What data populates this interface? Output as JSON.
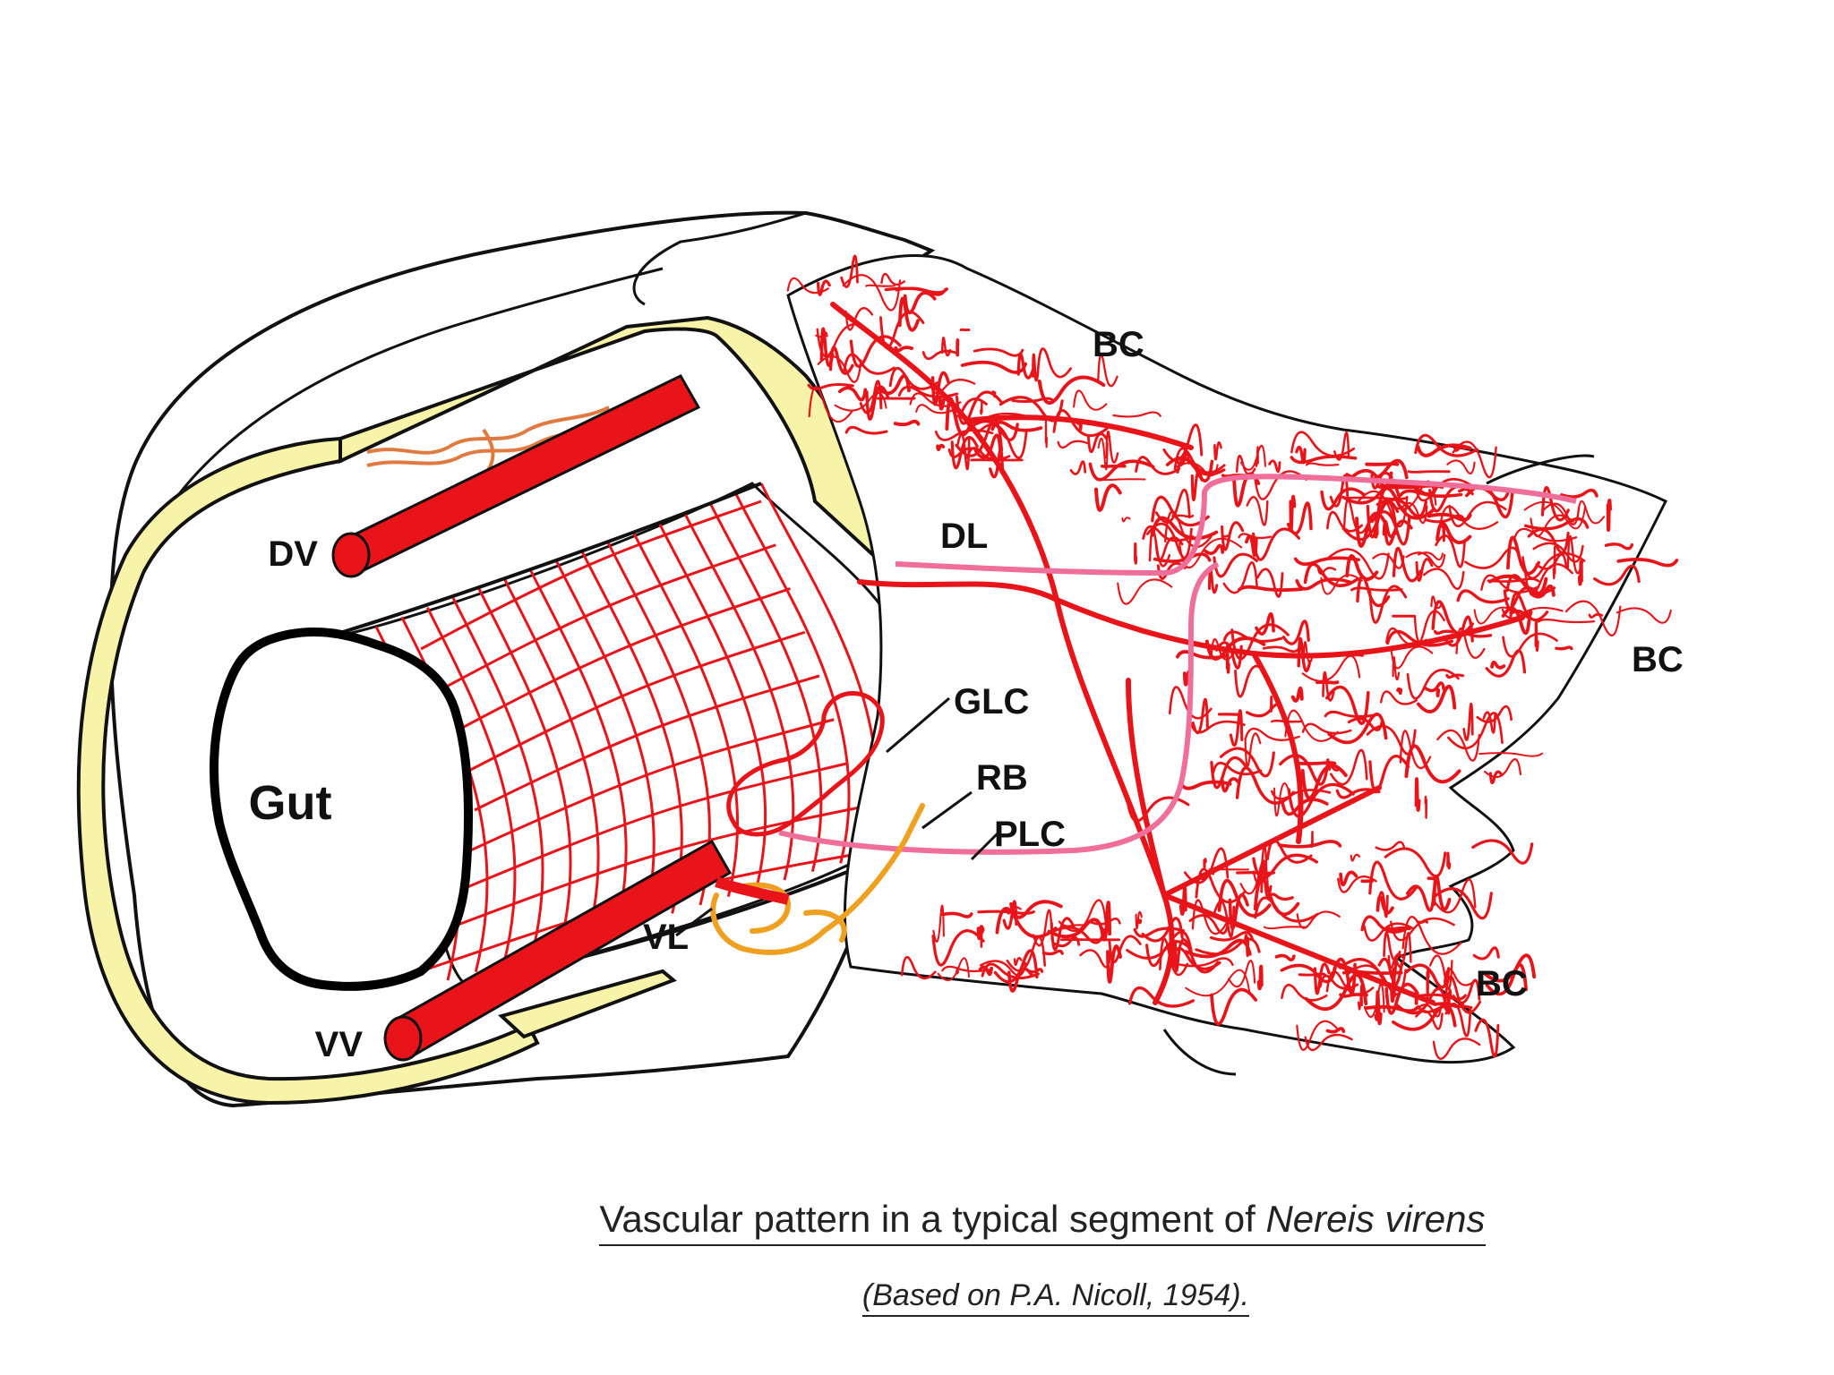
{
  "labels": {
    "dv": "DV",
    "vv": "VV",
    "gut": "Gut",
    "dl": "DL",
    "glc": "GLC",
    "rb": "RB",
    "plc": "PLC",
    "vl": "VL",
    "bc_top": "BC",
    "bc_right": "BC",
    "bc_bottom": "BC"
  },
  "caption": {
    "title_main": "Vascular pattern in a typical segment of ",
    "title_species": "Nereis virens",
    "source": "(Based on P.A. Nicoll, 1954)."
  },
  "colors": {
    "vessel": "#e8141a",
    "lateral_pink": "#ef6f9a",
    "body_wall": "#f7f3a8",
    "rb_orange": "#f0a020",
    "outline": "#111111"
  }
}
